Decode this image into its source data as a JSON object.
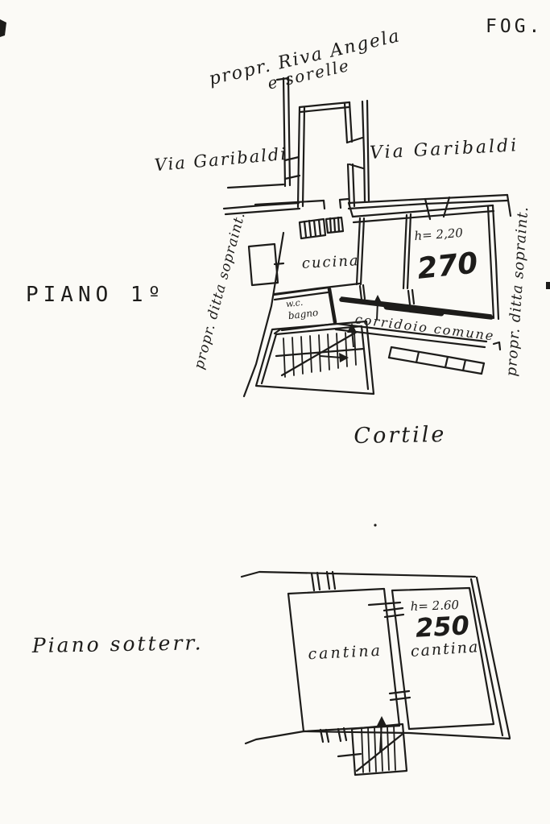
{
  "sheet": {
    "folio_label": "FOG."
  },
  "plan_first_floor": {
    "floor_label": "PIANO 1º",
    "neighbor_top_line1": "propr. Riva Angela",
    "neighbor_top_line2": "e sorelle",
    "street_left": "Via Garibaldi",
    "street_right": "Via Garibaldi",
    "neighbor_left": "propr. ditta sopraint.",
    "neighbor_right": "propr. ditta sopraint.",
    "room_kitchen": "cucina",
    "room_wc_line1": "w.c.",
    "room_wc_line2": "bagno",
    "corridor": "corridoio comune",
    "height_note": "h= 2,20",
    "parcel_number": "270",
    "courtyard": "Cortile"
  },
  "plan_basement": {
    "floor_label": "Piano sotterr.",
    "height_note": "h= 2.60",
    "parcel_number": "250",
    "room_cellar_left": "cantina",
    "room_cellar_right": "cantina"
  },
  "colors": {
    "ink": "#1d1c1a",
    "paper": "#fbfaf6"
  }
}
